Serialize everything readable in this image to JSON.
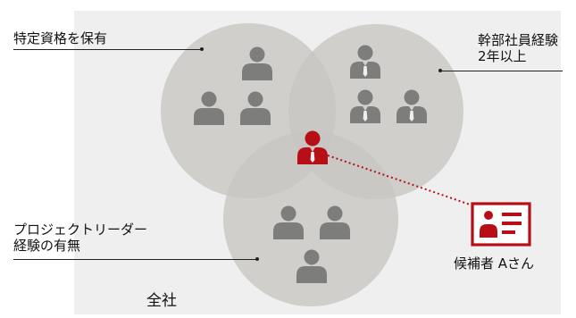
{
  "diagram": {
    "overall_label": "全社",
    "circles": [
      {
        "label_lines": [
          "特定資格を保有"
        ]
      },
      {
        "label_lines": [
          "幹部社員経験",
          "2年以上"
        ]
      },
      {
        "label_lines": [
          "プロジェクトリーダー",
          "経験の有無"
        ]
      }
    ],
    "candidate": {
      "label": "候補者 Aさん"
    },
    "colors": {
      "circle_fill": "#c6c5c2",
      "person_gray": "#7d7d7b",
      "highlight_red": "#b80f16",
      "backdrop": "#efefef"
    },
    "icons": [
      "person-icon",
      "person-with-tie-icon",
      "id-card-icon"
    ]
  }
}
